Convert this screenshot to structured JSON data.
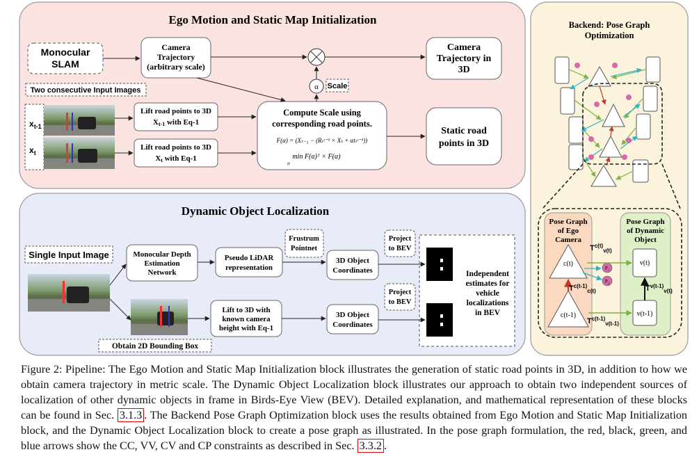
{
  "ego_panel": {
    "title": "Ego Motion and Static Map Initialization",
    "monocular_slam": [
      "Monocular",
      "SLAM"
    ],
    "camera_trajectory": [
      "Camera",
      "Trajectory",
      "(arbitrary scale)"
    ],
    "camera_trajectory_3d": [
      "Camera",
      "Trajectory in",
      "3D"
    ],
    "alpha_symbol": "α",
    "scale_label": "Scale",
    "input_images_label": "Two consecutive Input Images",
    "frame_labels": [
      "x",
      "t-1",
      "x",
      "t"
    ],
    "lift_box_1": [
      "Lift road points to 3D",
      "X",
      "t-1",
      " with Eq-1"
    ],
    "lift_box_2": [
      "Lift road points to 3D",
      "X",
      "t",
      " with Eq-1"
    ],
    "compute_scale": [
      "Compute Scale using",
      "corresponding road points."
    ],
    "formula_1": "F(α) = (Xₜ₋₁ − (Rₜᵗ⁻¹ × Xₜ + αtₜᵗ⁻¹))",
    "formula_2": "min F(α)ᵀ × F(α)",
    "formula_2_sub": "α",
    "static_road": [
      "Static road",
      "points in 3D"
    ]
  },
  "dyn_panel": {
    "title": "Dynamic Object Localization",
    "single_input": "Single Input Image",
    "depth_network": [
      "Monocular Depth",
      "Estimation",
      "Network"
    ],
    "pseudo_lidar": [
      "Pseudo LiDAR",
      "representation"
    ],
    "frustrum": [
      "Frustrum",
      "Pointnet"
    ],
    "object_coords": [
      "3D Object",
      "Coordinates"
    ],
    "project_bev": [
      "Project",
      "to BEV"
    ],
    "lift_known": [
      "Lift to 3D with",
      "known camera",
      "height with Eq-1"
    ],
    "bbox_label": "Obtain 2D Bounding Box",
    "independent": [
      "Independent",
      "estimates for",
      "vehicle",
      "localizations",
      "in BEV"
    ]
  },
  "backend_panel": {
    "title": [
      "Backend: Pose Graph",
      "Optimization"
    ],
    "ego_graph_title": [
      "Pose Graph",
      "of Ego",
      "Camera"
    ],
    "dyn_graph_title": [
      "Pose Graph",
      "of Dynamic",
      "Object"
    ],
    "node_ct": "c(t)",
    "node_ct1": "c(t-1)",
    "node_vt": "v(t)",
    "node_vt1": "v(t-1)",
    "p1": "P₁",
    "p2": "P₂",
    "edge_cv_t": [
      "T",
      "c(t)",
      "v(t)"
    ],
    "edge_cc": [
      "T",
      "c(t-1)",
      "c(t)"
    ],
    "edge_cv_t1": [
      "T",
      "c(t-1)",
      "v(t-1)"
    ],
    "edge_vv": [
      "T",
      "v(t-1)",
      "v(t)"
    ]
  },
  "colors": {
    "ego_bg": "#fbe3e1",
    "dyn_bg": "#e7ecf8",
    "backend_bg": "#fbf3dc",
    "ego_graph_bg": "#fbd9c0",
    "dyn_graph_bg": "#dff0c8",
    "red_arrow": "#c0392b",
    "green_arrow": "#7cb342",
    "blue_arrow": "#2bb3c8",
    "point": "#d46aa8"
  },
  "caption": {
    "part1": "Figure 2: Pipeline: The Ego Motion and Static Map Initialization block illustrates the generation of static road points in 3D, in addition to how we obtain camera trajectory in metric scale. The Dynamic Object Localization block illustrates our approach to obtain two independent sources of localization of other dynamic objects in frame in Birds-Eye View (BEV). Detailed explanation, and mathematical representation of these blocks can be found in Sec. ",
    "ref1": "3.1.3",
    "part2": ". The Backend Pose Graph Optimization block uses the results obtained from Ego Motion and Static Map Initialization block, and the Dynamic Object Localization block to create a pose graph as illustrated. In the pose graph formulation, the red, black, green, and blue arrows show the CC, VV, CV and CP constraints as described in Sec. ",
    "ref2": "3.3.2",
    "part3": "."
  }
}
